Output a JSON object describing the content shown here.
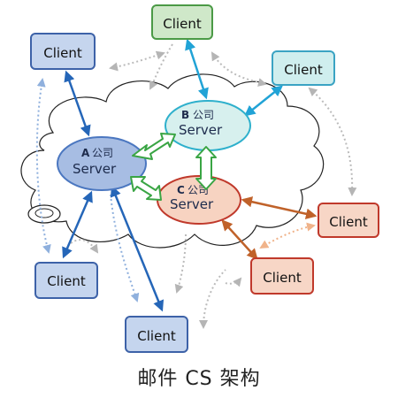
{
  "clients": [
    {
      "id": "c1",
      "label": "Client",
      "fill": "#c5d5ee",
      "stroke": "#3d62a8"
    },
    {
      "id": "c2",
      "label": "Client",
      "fill": "#cfe8c9",
      "stroke": "#4b9a46"
    },
    {
      "id": "c3",
      "label": "Client",
      "fill": "#cfeeee",
      "stroke": "#3aa3c3"
    },
    {
      "id": "c4",
      "label": "Client",
      "fill": "#c5d5ee",
      "stroke": "#3d62a8"
    },
    {
      "id": "c5",
      "label": "Client",
      "fill": "#c5d5ee",
      "stroke": "#3d62a8"
    },
    {
      "id": "c6",
      "label": "Client",
      "fill": "#f7d6c6",
      "stroke": "#c0392b"
    },
    {
      "id": "c7",
      "label": "Client",
      "fill": "#f7d6c6",
      "stroke": "#c0392b"
    }
  ],
  "servers": [
    {
      "id": "A",
      "letter": "A",
      "company": "公司",
      "label": "Server",
      "fill": "#a7bde3",
      "stroke": "#4b77c0"
    },
    {
      "id": "B",
      "letter": "B",
      "company": "公司",
      "label": "Server",
      "fill": "#d7f0ee",
      "stroke": "#2eb0cc"
    },
    {
      "id": "C",
      "letter": "C",
      "company": "公司",
      "label": "Server",
      "fill": "#f7d3c1",
      "stroke": "#c0392b"
    }
  ],
  "colors": {
    "blue_arrow": "#2566b8",
    "cyan_arrow": "#21a3d6",
    "orange_arrow": "#c0622a",
    "green_arrow": "#3aa544",
    "gray_dotted": "#bbbbbb",
    "blue_dotted": "#8fb0dd",
    "orange_dotted": "#f0b38a"
  },
  "caption": "邮件 CS 架构"
}
